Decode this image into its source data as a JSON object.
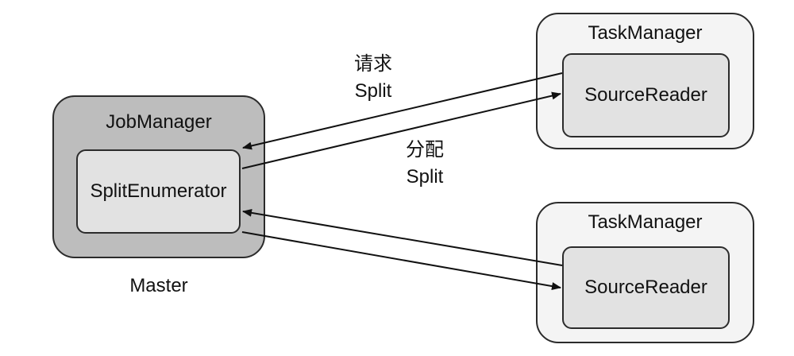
{
  "master": {
    "title": "JobManager",
    "component": "SplitEnumerator",
    "caption": "Master"
  },
  "task_managers": [
    {
      "title": "TaskManager",
      "component": "SourceReader"
    },
    {
      "title": "TaskManager",
      "component": "SourceReader"
    }
  ],
  "labels": {
    "request_line1": "请求",
    "request_line2": "Split",
    "assign_line1": "分配",
    "assign_line2": "Split"
  }
}
